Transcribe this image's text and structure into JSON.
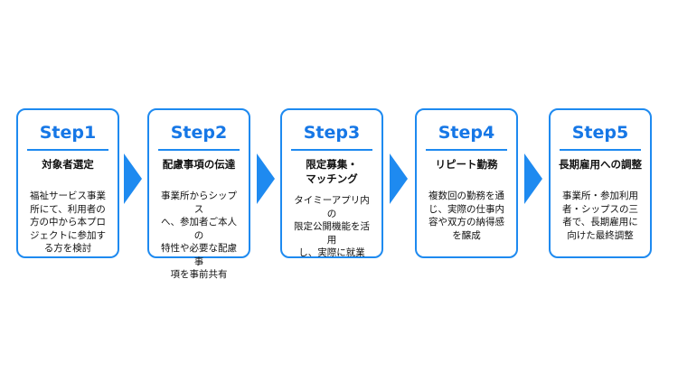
{
  "steps": [
    {
      "title": "Step1",
      "name": "対象者選定",
      "desc": "福祉サービス事業\n所にて、利用者の\n方の中から本プロ\nジェクトに参加す\nる方を検討"
    },
    {
      "title": "Step2",
      "name": "配慮事項の伝達",
      "desc": "事業所からシップス\nへ、参加者ご本人の\n特性や必要な配慮事\n項を事前共有"
    },
    {
      "title": "Step3",
      "name": "限定募集・\nマッチング",
      "desc": "タイミーアプリ内の\n限定公開機能を活用\nし、実際に就業"
    },
    {
      "title": "Step4",
      "name": "リピート勤務",
      "desc": "複数回の勤務を通\nじ、実際の仕事内\n容や双方の納得感\nを醸成"
    },
    {
      "title": "Step5",
      "name": "長期雇用への調整",
      "desc": "事業所・参加利用\n者・シップスの三\n者で、長期雇用に\n向けた最終調整"
    }
  ],
  "colors": {
    "accent": "#1e8af0",
    "title": "#1677e6"
  }
}
